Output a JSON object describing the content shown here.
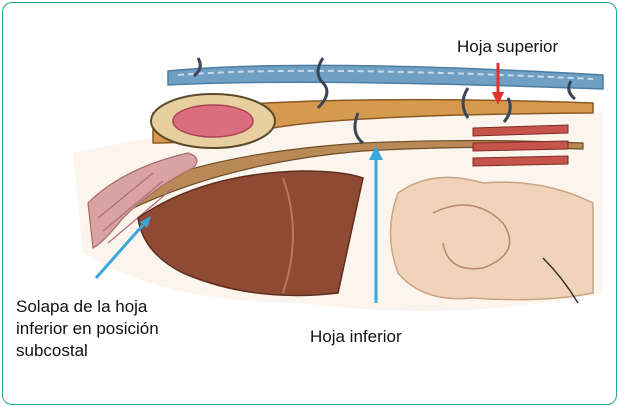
{
  "labels": {
    "hoja_superior": "Hoja superior",
    "hoja_inferior": "Hoja inferior",
    "solapa": [
      "Solapa de la hoja",
      "inferior en posición",
      "subcostal"
    ]
  },
  "colors": {
    "frame": "#22a39a",
    "arrow_blue": "#3aa6de",
    "arrow_red": "#e2312a",
    "sheath_tan": "#d69a4e",
    "fascia_blue": "#5b93b8",
    "liver": "#8e4a33",
    "muscle_pink": "#d9a3a3",
    "bowel": "#f0d3b8",
    "suture": "#3a4658"
  }
}
